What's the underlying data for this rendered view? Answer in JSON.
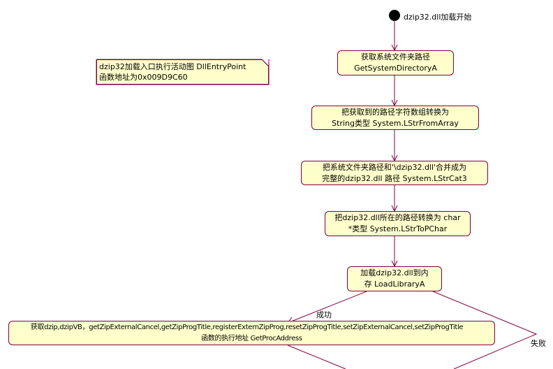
{
  "start": {
    "label": "dzip32.dll加载开始"
  },
  "note": {
    "line1": "dzip32加载入口执行活动图 DllEntryPoint",
    "line2": "函数地址为0x009D9C60"
  },
  "activities": [
    {
      "line1": "获取系统文件夹路径",
      "line2": "GetSystemDirectoryA"
    },
    {
      "line1": "把获取到的路径字符数组转换为",
      "line2": "String类型 System.LStrFromArray"
    },
    {
      "line1": "把系统文件夹路径和'\\dzip32.dll'合并成为",
      "line2": "完整的dzip32.dll 路径  System.LStrCat3"
    },
    {
      "line1": "把dzip32.dll所在的路径转换为 char",
      "line2": "*类型 System.LStrToPChar"
    },
    {
      "line1": "加载dzip32.dll到内",
      "line2": "存 LoadLibraryA"
    },
    {
      "line1": "获取dzip,dzipVB，getZipExternalCancel,getZipProgTitle,registerExternZipProg,resetZipProgTitle,setZipExternalCancel,setZipProgTitle",
      "line2": "函数的执行地址  GetProcAddress"
    }
  ],
  "transitions": {
    "success": "成功",
    "failure": "失败"
  },
  "colors": {
    "line": "#800040",
    "fill": "#ffffcc"
  }
}
